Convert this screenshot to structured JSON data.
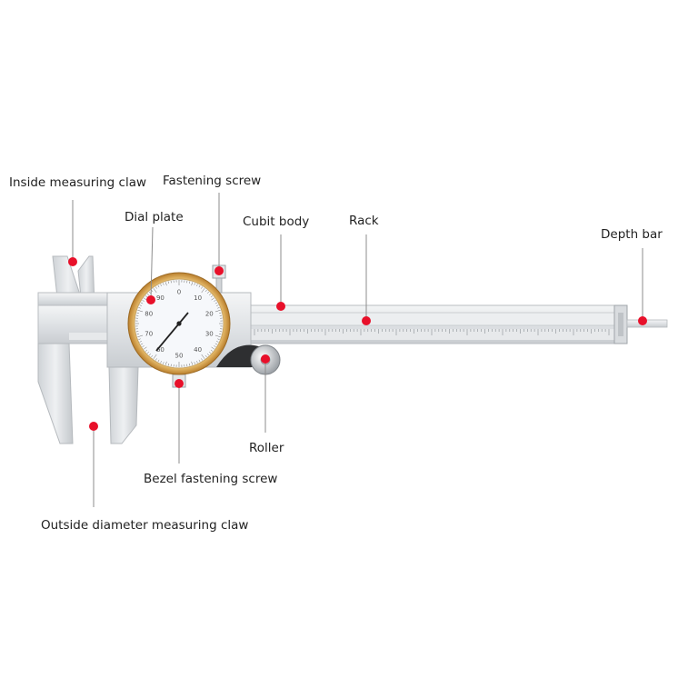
{
  "labels": {
    "inside_measuring_claw": "Inside measuring claw",
    "fastening_screw": "Fastening screw",
    "dial_plate": "Dial plate",
    "cubit_body": "Cubit body",
    "rack": "Rack",
    "depth_bar": "Depth bar",
    "roller": "Roller",
    "bezel_fastening_screw": "Bezel fastening screw",
    "outside_diameter_measuring_claw": "Outside diameter measuring claw"
  },
  "dial": {
    "numbers": [
      "0",
      "10",
      "20",
      "30",
      "40",
      "50",
      "60",
      "70",
      "80",
      "90"
    ]
  },
  "colors": {
    "marker": "#e8102a",
    "bezel": "#d7a24a",
    "steel": "#e3e6e9",
    "leader": "#8c8c8c"
  }
}
